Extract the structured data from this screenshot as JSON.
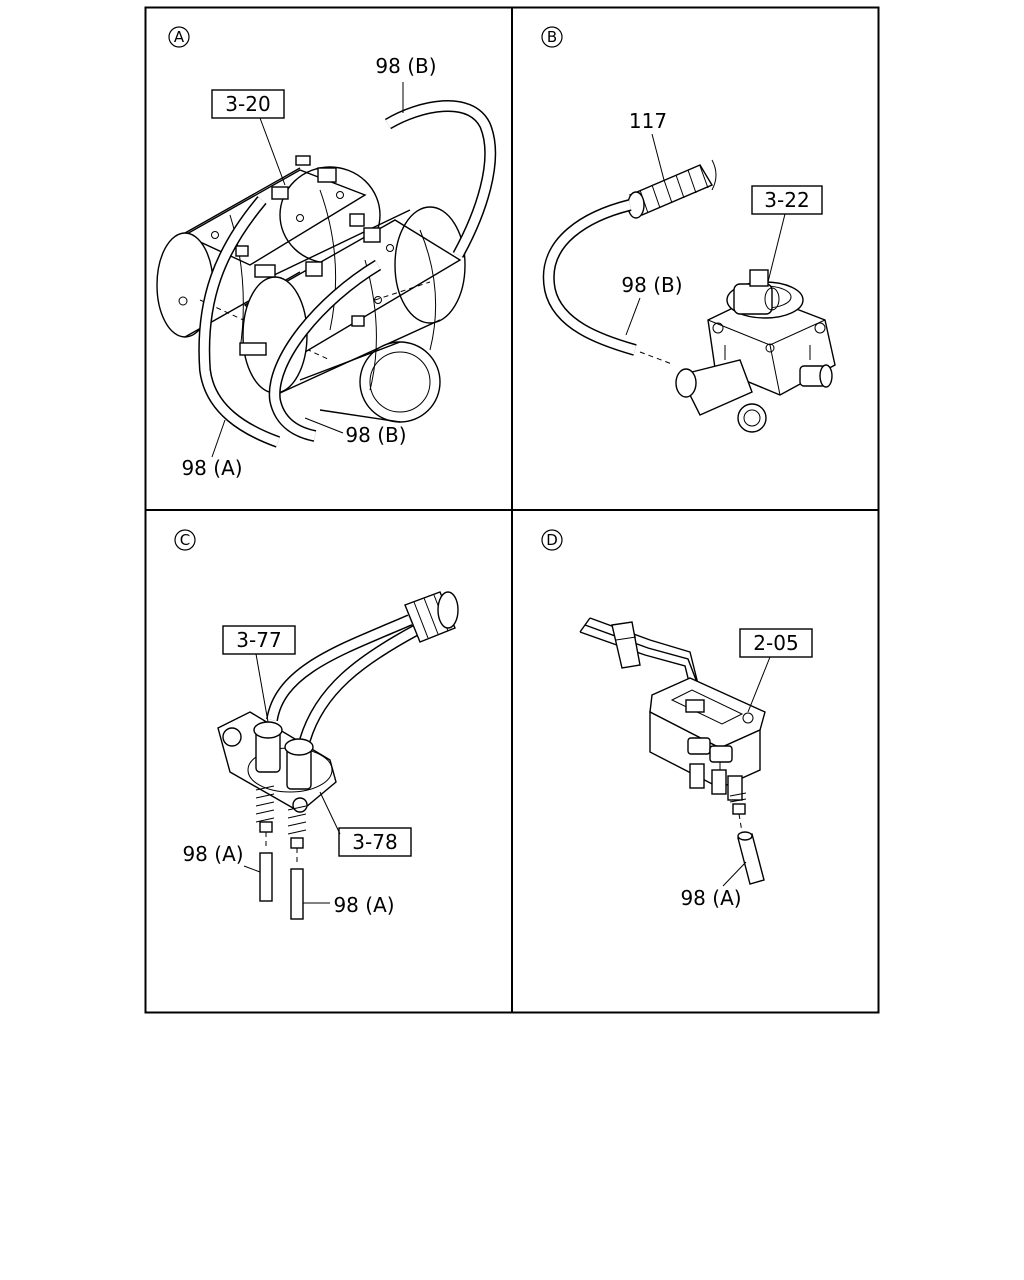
{
  "panels": {
    "a": {
      "marker": "A",
      "callouts": {
        "ref_3_20": "3-20",
        "hose_top": "98 (B)",
        "hose_b": "98 (B)",
        "hose_a": "98 (A)"
      }
    },
    "b": {
      "marker": "B",
      "callouts": {
        "part_117": "117",
        "ref_3_22": "3-22",
        "hose_b": "98 (B)"
      }
    },
    "c": {
      "marker": "C",
      "callouts": {
        "ref_3_77": "3-77",
        "ref_3_78": "3-78",
        "hose_a_left": "98 (A)",
        "hose_a_right": "98 (A)"
      }
    },
    "d": {
      "marker": "D",
      "callouts": {
        "ref_2_05": "2-05",
        "hose_a": "98 (A)"
      }
    }
  }
}
